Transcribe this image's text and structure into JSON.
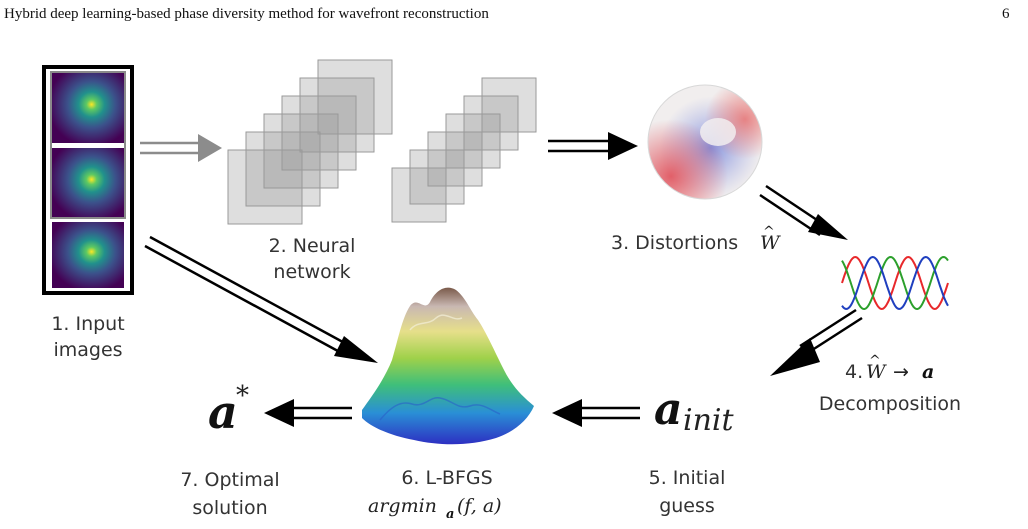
{
  "header": {
    "title": "Hybrid deep learning-based phase diversity method for wavefront reconstruction",
    "page_number": "6"
  },
  "steps": {
    "input": {
      "line1": "1. Input",
      "line2": "images"
    },
    "network": {
      "line1": "2. Neural",
      "line2": "network"
    },
    "distortions": {
      "label": "3. Distortions",
      "symbol": "W"
    },
    "decomposition": {
      "line1_symbol": "W",
      "line1_arrow": "→",
      "line1_var": "a",
      "line2": "Decomposition",
      "prefix": "4."
    },
    "initial": {
      "line1": "5. Initial",
      "line2": "guess"
    },
    "lbfgs": {
      "line1": "6. L-BFGS",
      "argmin": "argmin",
      "sub": "a",
      "args": "(f, a)"
    },
    "optimal": {
      "line1": "7. Optimal",
      "line2": "solution"
    }
  },
  "symbols": {
    "a_init_base": "a",
    "a_init_sub": "init",
    "a_star_base": "a",
    "a_star_sup": "*"
  },
  "colors": {
    "viridis_dark": "#440154",
    "viridis_mid": "#21918c",
    "viridis_bright": "#fde725",
    "sine_red": "#e8282b",
    "sine_green": "#2ca02c",
    "sine_blue": "#1f3fbf"
  }
}
